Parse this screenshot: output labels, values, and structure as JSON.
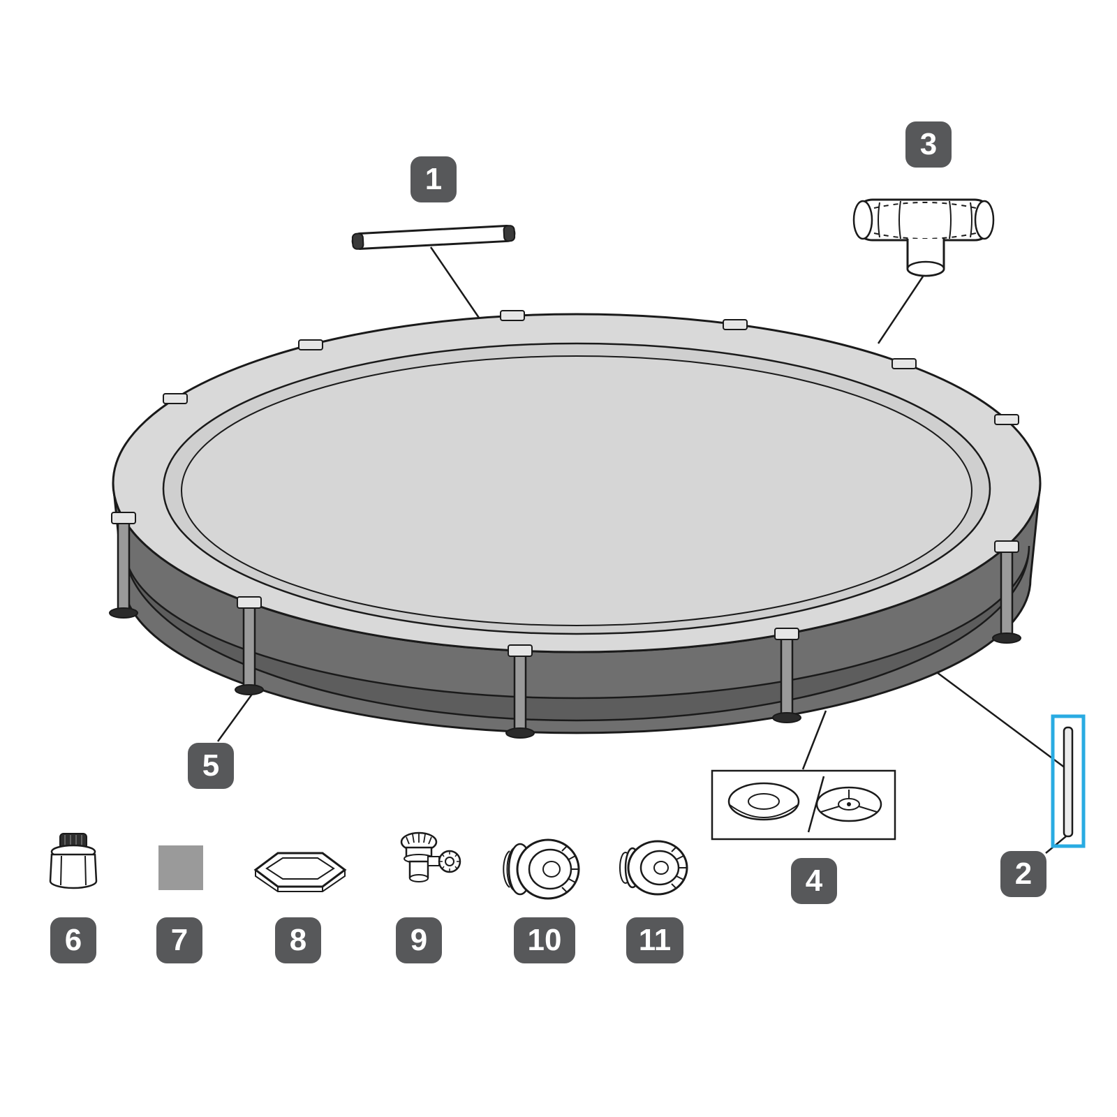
{
  "diagram": {
    "type": "exploded-parts-diagram",
    "subject": "round-frame-pool",
    "background_color": "#ffffff",
    "badge_color": "#57585a",
    "badge_text_color": "#ffffff",
    "line_color": "#1a1a1a",
    "highlight": {
      "color": "#29abe2",
      "part": "2"
    },
    "labels": [
      {
        "text": "1",
        "part": "top-rail"
      },
      {
        "text": "2",
        "part": "vertical-leg"
      },
      {
        "text": "3",
        "part": "t-joint-connector"
      },
      {
        "text": "4",
        "part": "leg-cap-and-foot"
      },
      {
        "text": "5",
        "part": "pool-liner"
      },
      {
        "text": "6",
        "part": "drain-valve-adapter"
      },
      {
        "text": "7",
        "part": "repair-patch"
      },
      {
        "text": "8",
        "part": "drain-cap"
      },
      {
        "text": "9",
        "part": "control-valve"
      },
      {
        "text": "10",
        "part": "strainer-connector"
      },
      {
        "text": "11",
        "part": "inlet-connector"
      }
    ]
  }
}
